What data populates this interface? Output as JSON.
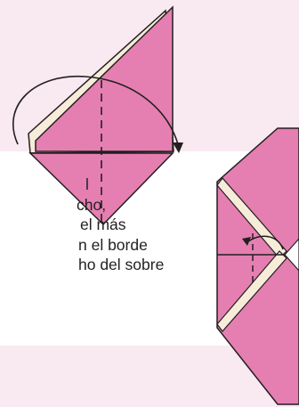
{
  "instructions": {
    "lines": [
      "l",
      "cho,",
      "el más",
      "n el borde",
      "ho del sobre"
    ]
  },
  "colors": {
    "paper_pink": "#e57fb1",
    "paper_back": "#f6ecd9",
    "outline": "#231f20",
    "background": "#f9e9f1",
    "band": "#ffffff"
  },
  "icons": {
    "fold_arrow": "curved-arrow-icon",
    "fold_line": "dashed-line-icon"
  }
}
